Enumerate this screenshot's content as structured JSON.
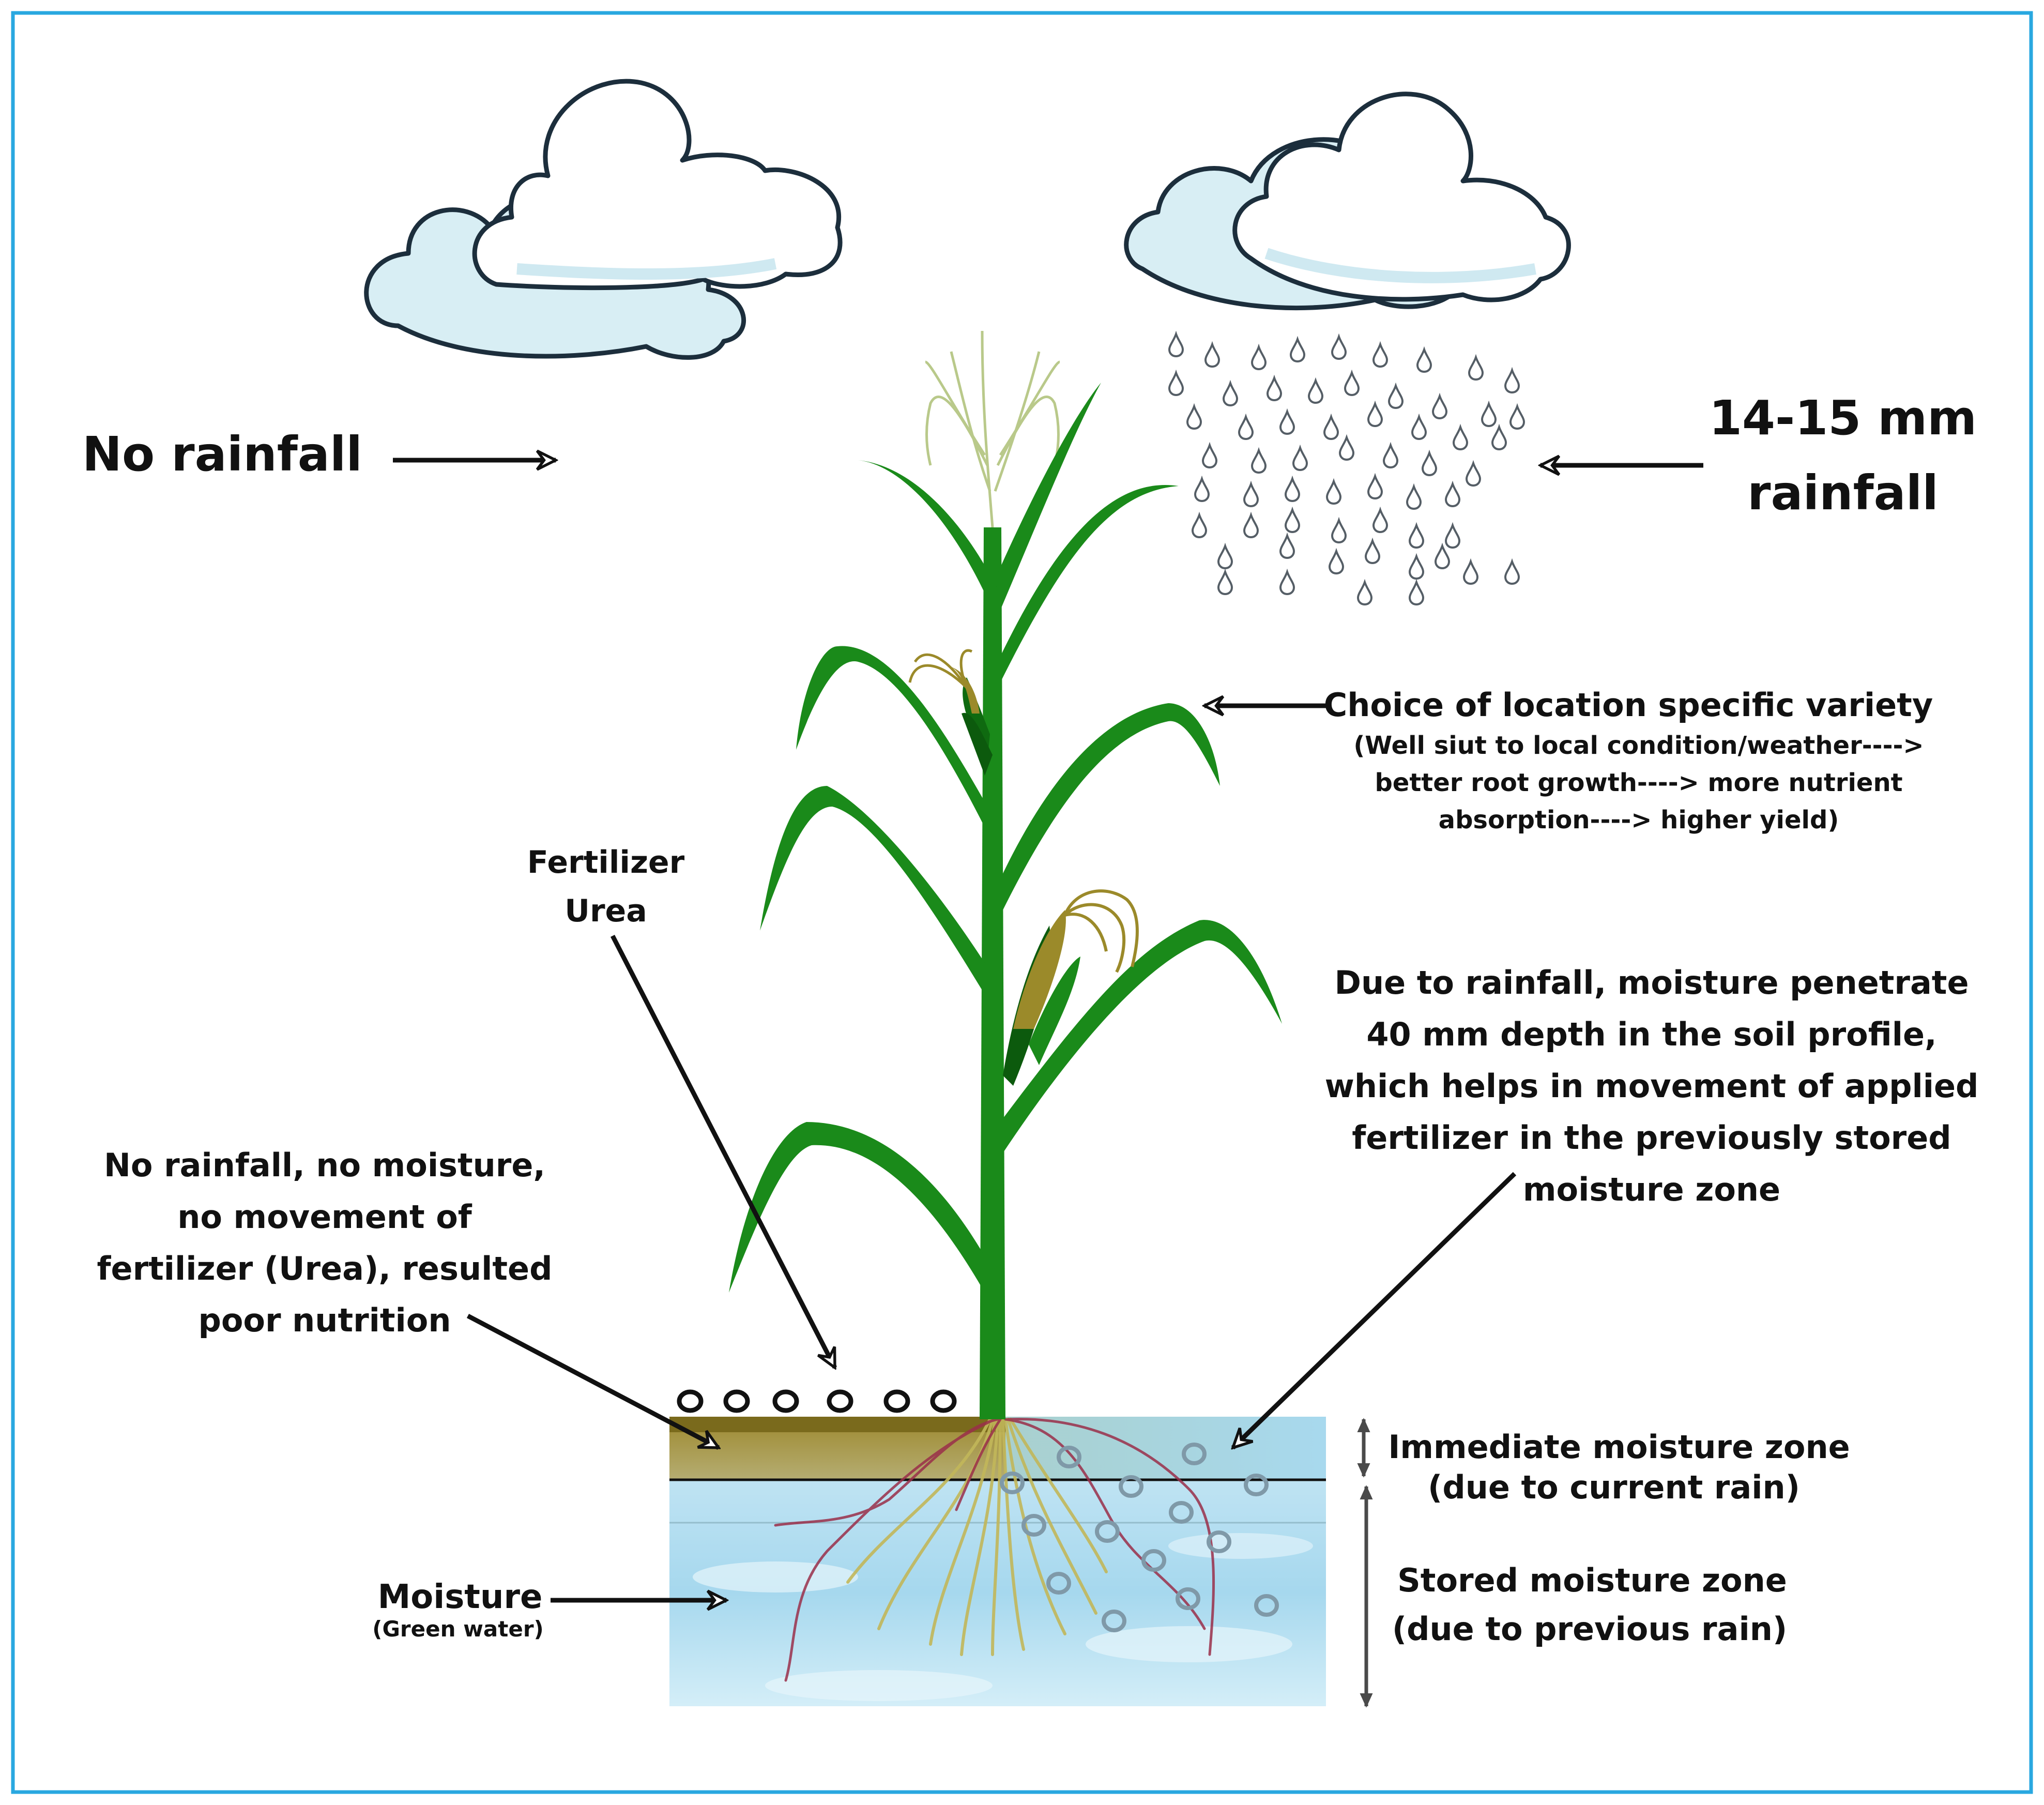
{
  "labels": {
    "no_rainfall": "No rainfall",
    "rainfall_amount_line1": "14-15 mm",
    "rainfall_amount_line2": "rainfall",
    "variety_title": "Choice of location specific variety",
    "variety_note_line1": "(Well siut to local condition/weather---->",
    "variety_note_line2": "better root growth----> more nutrient",
    "variety_note_line3": "absorption----> higher yield)",
    "fertilizer_line1": "Fertilizer",
    "fertilizer_line2": "Urea",
    "rain_effect_line1": "Due to rainfall, moisture penetrate",
    "rain_effect_line2": "40 mm depth in the soil profile,",
    "rain_effect_line3": "which helps in movement of applied",
    "rain_effect_line4": "fertilizer in the previously stored",
    "rain_effect_line5": "moisture zone",
    "no_rain_effect_line1": "No rainfall, no moisture,",
    "no_rain_effect_line2": "no movement of",
    "no_rain_effect_line3": "fertilizer (Urea), resulted",
    "no_rain_effect_line4": "poor nutrition",
    "immediate_zone_line1": "Immediate moisture zone",
    "immediate_zone_line2": "(due to current rain)",
    "stored_zone_line1": "Stored  moisture zone",
    "stored_zone_line2": "(due to previous rain)",
    "moisture_title": "Moisture",
    "moisture_subtitle": "(Green water)"
  },
  "colors": {
    "frame": "#29a8e0",
    "cloud_fill": "#ffffff",
    "cloud_shade": "#d8eef4",
    "cloud_outline": "#1c2e3c",
    "plant_green": "#1a8a1a",
    "plant_dark": "#0f6a10",
    "tassel": "#b9c98a",
    "dry_soil": "#8c7a2c",
    "moist_soil": "#b3ddef",
    "root_red": "#9a2f4a",
    "root_yellow": "#c2b75a",
    "particle": "#7f99a8"
  },
  "icons": {
    "cloud_left": "cloud-icon",
    "cloud_right": "rain-cloud-icon",
    "plant": "maize-plant-icon",
    "fertilizer_granule": "urea-granule-icon",
    "moisture_particle": "moisture-particle-icon"
  }
}
